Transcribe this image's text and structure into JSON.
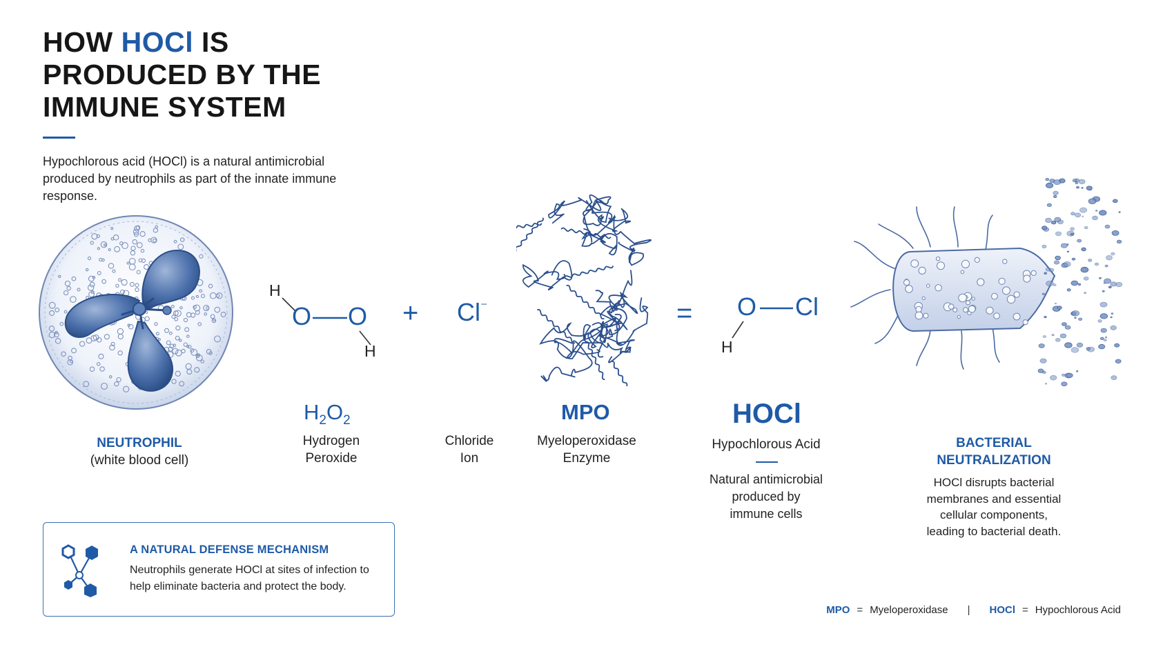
{
  "title": {
    "line1_pre": "HOW ",
    "line1_accent": "HOCl",
    "line1_post": " IS",
    "line2": "PRODUCED BY THE",
    "line3": "IMMUNE SYSTEM"
  },
  "intro": "Hypochlorous acid (HOCl) is a natural antimicrobial produced by neutrophils as part of the innate immune response.",
  "colors": {
    "accent": "#1f5aa6",
    "text": "#1c1c1c",
    "border": "#3a6fb5"
  },
  "neutrophil": {
    "name": "NEUTROPHIL",
    "desc": "(white blood cell)"
  },
  "h2o2": {
    "atom_h1": "H",
    "atom_o1": "O",
    "atom_o2": "O",
    "atom_h2": "H",
    "formula_main": "H",
    "formula_sub1": "2",
    "formula_mid": "O",
    "formula_sub2": "2",
    "label_line1": "Hydrogen",
    "label_line2": "Peroxide"
  },
  "plus": "+",
  "chloride": {
    "symbol": "Cl",
    "charge": "⁻",
    "label_line1": "Chloride",
    "label_line2": "Ion"
  },
  "mpo": {
    "abbr": "MPO",
    "label_line1": "Myeloperoxidase",
    "label_line2": "Enzyme"
  },
  "equals": "=",
  "hocl": {
    "atom_o": "O",
    "atom_cl": "Cl",
    "atom_h": "H",
    "abbr": "HOCl",
    "name": "Hypochlorous Acid",
    "desc_line1": "Natural antimicrobial",
    "desc_line2": "produced by",
    "desc_line3": "immune cells"
  },
  "bacteria": {
    "title_line1": "BACTERIAL",
    "title_line2": "NEUTRALIZATION",
    "desc_line1": "HOCl disrupts bacterial",
    "desc_line2": "membranes and essential",
    "desc_line3": "cellular components,",
    "desc_line4": "leading to bacterial death."
  },
  "card": {
    "icon": "molecule-network-icon",
    "title": "A NATURAL DEFENSE MECHANISM",
    "body": "Neutrophils generate HOCl at sites of infection to help eliminate bacteria and protect the body."
  },
  "legend": {
    "k1": "MPO",
    "eq1": "=",
    "v1": "Myeloperoxidase",
    "sep": "|",
    "k2": "HOCl",
    "eq2": "=",
    "v2": "Hypochlorous Acid"
  }
}
